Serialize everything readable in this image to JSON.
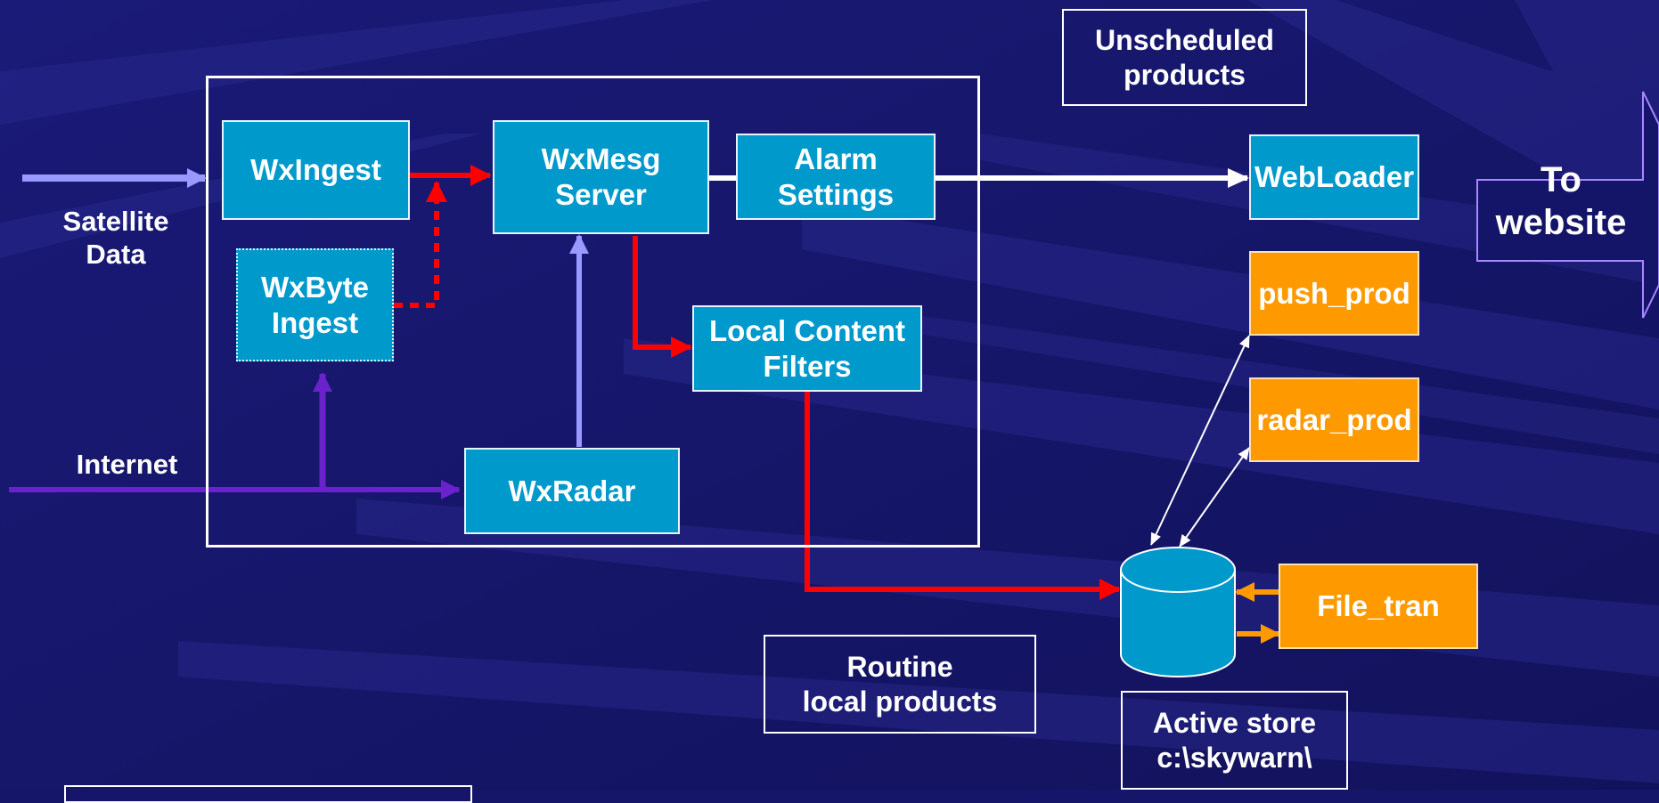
{
  "colors": {
    "background": "#15156a",
    "process_box": "#0099cc",
    "external_box": "#ff9900",
    "satellite_line": "#9999ff",
    "internet_line": "#6a22cc",
    "data_flow": "#ff0000",
    "output_flow": "#ffffff"
  },
  "inputs": {
    "satellite": "Satellite\nData",
    "internet": "Internet"
  },
  "processes": {
    "wxingest": "WxIngest",
    "wxbyte": "WxByte\nIngest",
    "wxmesg": "WxMesg\nServer",
    "alarm": "Alarm\nSettings",
    "filters": "Local Content\nFilters",
    "wxradar": "WxRadar",
    "webloader": "WebLoader"
  },
  "external": {
    "push": "push_prod",
    "radar": "radar_prod",
    "filetran": "File_tran"
  },
  "notes": {
    "unscheduled": "Unscheduled\nproducts",
    "routine": "Routine\nlocal products",
    "store": "Active store\nc:\\skywarn\\"
  },
  "output": {
    "website": "To\nwebsite"
  },
  "icons": {
    "store": "database-cylinder-icon",
    "output": "right-block-arrow-icon"
  }
}
